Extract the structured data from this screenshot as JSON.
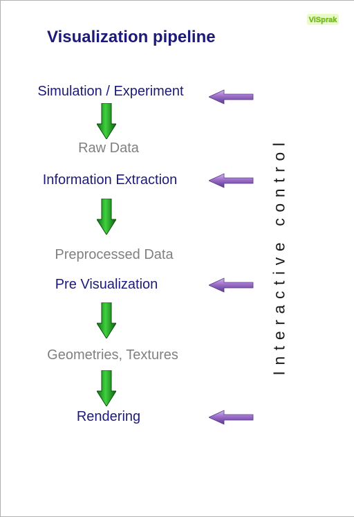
{
  "logo": {
    "text": "ViSprak",
    "color": "#9be21a"
  },
  "title": "Visualization pipeline",
  "stages": {
    "simulation": "Simulation / Experiment",
    "raw_data": "Raw Data",
    "information_extraction": "Information Extraction",
    "preprocessed_data": "Preprocessed Data",
    "pre_visualization": "Pre Visualization",
    "geometries_textures": "Geometries, Textures",
    "rendering": "Rendering"
  },
  "side_label": "Interactive control",
  "colors": {
    "process_text": "#1c1a78",
    "data_text": "#808080",
    "down_arrow": "#1f9e1f",
    "control_arrow": "#9a6ec9"
  }
}
